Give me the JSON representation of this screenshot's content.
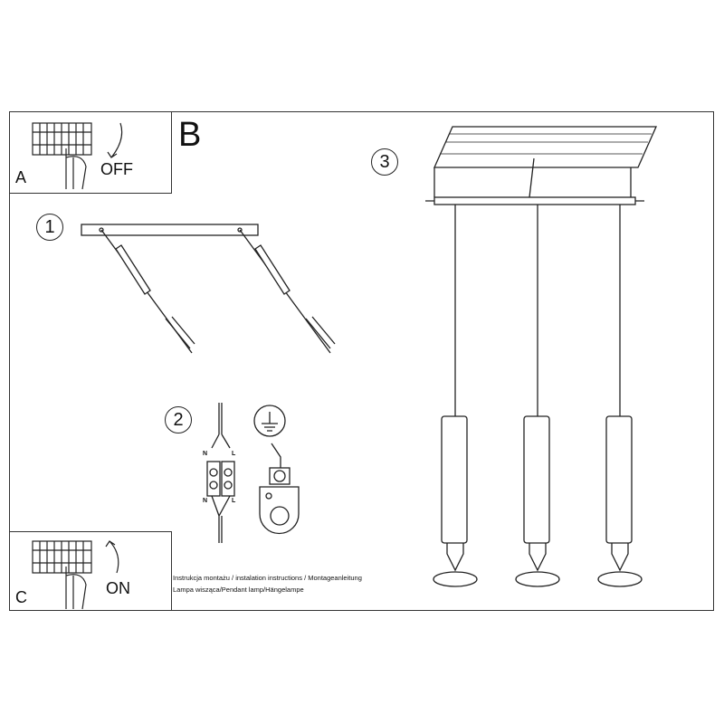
{
  "steps": {
    "a": {
      "letter": "A",
      "action": "OFF"
    },
    "b": {
      "letter": "B"
    },
    "c": {
      "letter": "C",
      "action": "ON"
    },
    "step1": "1",
    "step2": "2",
    "step3": "3"
  },
  "wiring_labels": {
    "neutral": "N",
    "live": "L"
  },
  "caption": {
    "line1": "Instrukcja montażu / instalation instructions / Montageanleitung",
    "line2": "Lampa wisząca/Pendant lamp/Hängelampe"
  }
}
